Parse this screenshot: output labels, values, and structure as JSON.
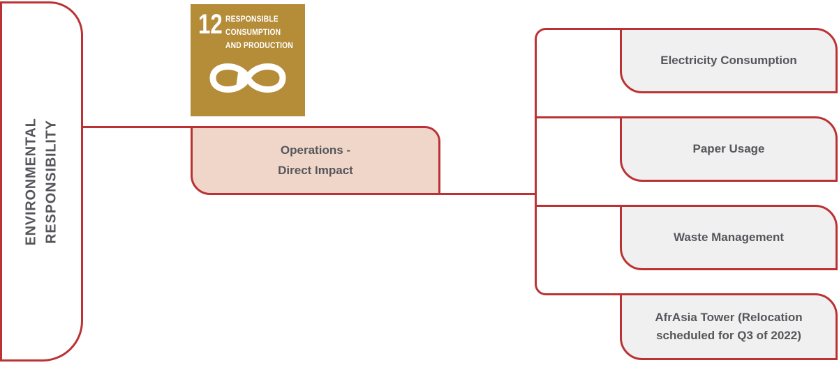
{
  "diagram": {
    "root": {
      "label_line1": "ENVIRONMENTAL",
      "label_line2": "RESPONSIBILITY"
    },
    "sdg_badge": {
      "number": "12",
      "title_line1": "RESPONSIBLE",
      "title_line2": "CONSUMPTION",
      "title_line3": "AND PRODUCTION",
      "symbol": "infinity-loop-arrow"
    },
    "mid_node": {
      "label_line1": "Operations -",
      "label_line2": "Direct Impact"
    },
    "children": [
      {
        "label": "Electricity Consumption"
      },
      {
        "label": "Paper Usage"
      },
      {
        "label": "Waste Management"
      },
      {
        "label": "AfrAsia Tower (Relocation scheduled for Q3 of 2022)"
      }
    ],
    "colors": {
      "line_red": "#BB3234",
      "mid_node_pink": "#F0D6C9",
      "child_node_gray": "#F0F0F0",
      "text_gray": "#55565A",
      "sdg_gold": "#B58C38",
      "sdg_text_white": "#FFFFFF"
    }
  }
}
